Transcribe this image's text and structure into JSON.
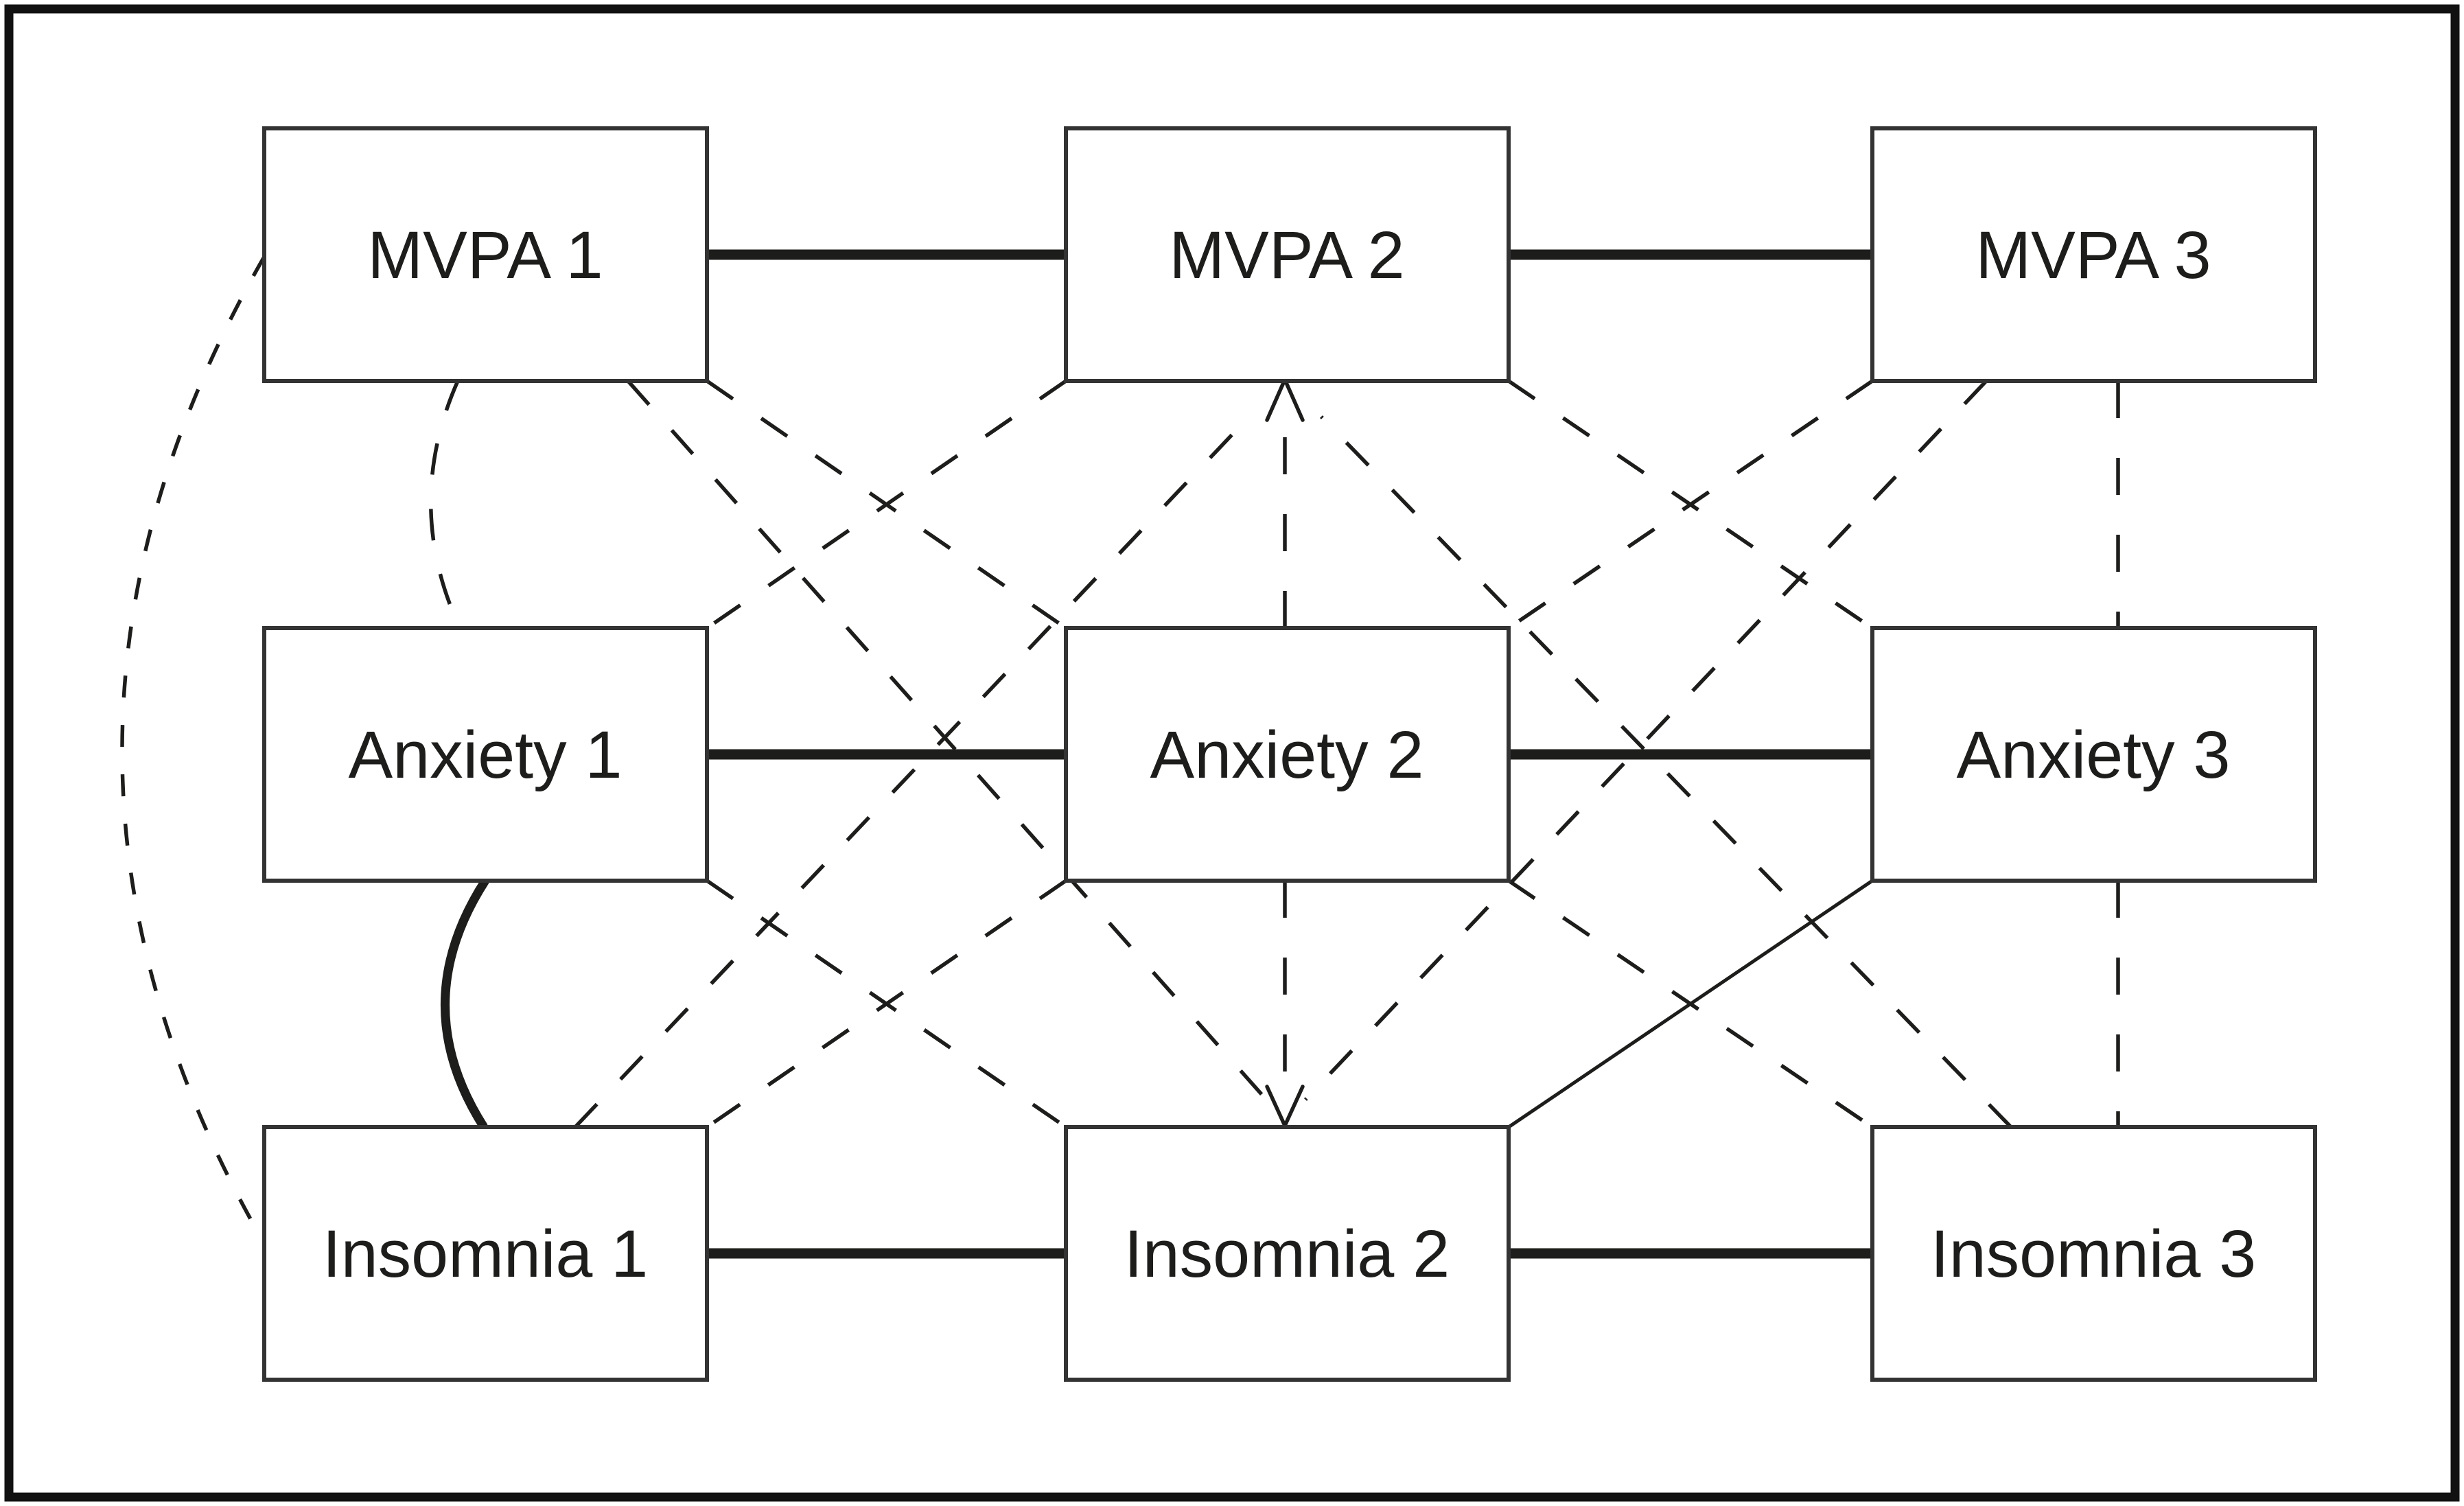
{
  "figure": {
    "type": "cross-lagged-panel-path-diagram",
    "background_color": "#ffffff",
    "line_color": "#1d1d1b",
    "box_fill_color": "#ffffff",
    "box_border_color": "#333333",
    "rows": [
      "MVPA",
      "Anxiety",
      "Insomnia"
    ],
    "waves": [
      1,
      2,
      3
    ]
  },
  "nodes": [
    {
      "id": "mvpa-1",
      "label": "MVPA 1",
      "row": "MVPA",
      "wave": 1
    },
    {
      "id": "mvpa-2",
      "label": "MVPA 2",
      "row": "MVPA",
      "wave": 2
    },
    {
      "id": "mvpa-3",
      "label": "MVPA 3",
      "row": "MVPA",
      "wave": 3
    },
    {
      "id": "anxiety-1",
      "label": "Anxiety 1",
      "row": "Anxiety",
      "wave": 1
    },
    {
      "id": "anxiety-2",
      "label": "Anxiety 2",
      "row": "Anxiety",
      "wave": 2
    },
    {
      "id": "anxiety-3",
      "label": "Anxiety 3",
      "row": "Anxiety",
      "wave": 3
    },
    {
      "id": "insomnia-1",
      "label": "Insomnia 1",
      "row": "Insomnia",
      "wave": 1
    },
    {
      "id": "insomnia-2",
      "label": "Insomnia 2",
      "row": "Insomnia",
      "wave": 2
    },
    {
      "id": "insomnia-3",
      "label": "Insomnia 3",
      "row": "Insomnia",
      "wave": 3
    }
  ],
  "edges": [
    {
      "from": "MVPA 1",
      "to": "MVPA 2",
      "style": "solid-thick",
      "arrow": false
    },
    {
      "from": "MVPA 2",
      "to": "MVPA 3",
      "style": "solid-thick",
      "arrow": false
    },
    {
      "from": "Anxiety 1",
      "to": "Anxiety 2",
      "style": "solid-thick",
      "arrow": false
    },
    {
      "from": "Anxiety 2",
      "to": "Anxiety 3",
      "style": "solid-thick",
      "arrow": false
    },
    {
      "from": "Insomnia 1",
      "to": "Insomnia 2",
      "style": "solid-thick",
      "arrow": false
    },
    {
      "from": "Insomnia 2",
      "to": "Insomnia 3",
      "style": "solid-thick",
      "arrow": false
    },
    {
      "from": "Anxiety 1",
      "to": "Insomnia 1",
      "style": "solid-thick-curve",
      "arrow": false
    },
    {
      "from": "Insomnia 2",
      "to": "Anxiety 3",
      "style": "solid-thin",
      "arrow": false
    },
    {
      "from": "MVPA 1",
      "to": "Insomnia 1",
      "style": "dashed-curve",
      "arrow": false
    },
    {
      "from": "MVPA 1",
      "to": "Anxiety 1",
      "style": "dashed",
      "arrow": false
    },
    {
      "from": "MVPA 1",
      "to": "Anxiety 2",
      "style": "dashed",
      "arrow": false
    },
    {
      "from": "MVPA 2",
      "to": "Anxiety 1",
      "style": "dashed",
      "arrow": false
    },
    {
      "from": "Anxiety 2",
      "to": "MVPA 2",
      "style": "dashed",
      "arrow": true
    },
    {
      "from": "MVPA 2",
      "to": "Anxiety 3",
      "style": "dashed",
      "arrow": false
    },
    {
      "from": "MVPA 3",
      "to": "Anxiety 2",
      "style": "dashed",
      "arrow": false
    },
    {
      "from": "MVPA 3",
      "to": "Anxiety 3",
      "style": "dashed",
      "arrow": false
    },
    {
      "from": "Anxiety 1",
      "to": "Insomnia 2",
      "style": "dashed",
      "arrow": false
    },
    {
      "from": "Anxiety 2",
      "to": "Insomnia 1",
      "style": "dashed",
      "arrow": false
    },
    {
      "from": "Anxiety 2",
      "to": "Insomnia 2",
      "style": "dashed",
      "arrow": true
    },
    {
      "from": "Anxiety 2",
      "to": "Insomnia 3",
      "style": "dashed",
      "arrow": false
    },
    {
      "from": "Anxiety 3",
      "to": "Insomnia 3",
      "style": "dashed",
      "arrow": false
    },
    {
      "from": "MVPA 1",
      "to": "Insomnia 2",
      "style": "dashed",
      "arrow": true
    },
    {
      "from": "MVPA 3",
      "to": "Insomnia 2",
      "style": "dashed",
      "arrow": true
    },
    {
      "from": "Insomnia 1",
      "to": "MVPA 2",
      "style": "dashed",
      "arrow": true
    },
    {
      "from": "Insomnia 3",
      "to": "MVPA 2",
      "style": "dashed",
      "arrow": true
    }
  ]
}
